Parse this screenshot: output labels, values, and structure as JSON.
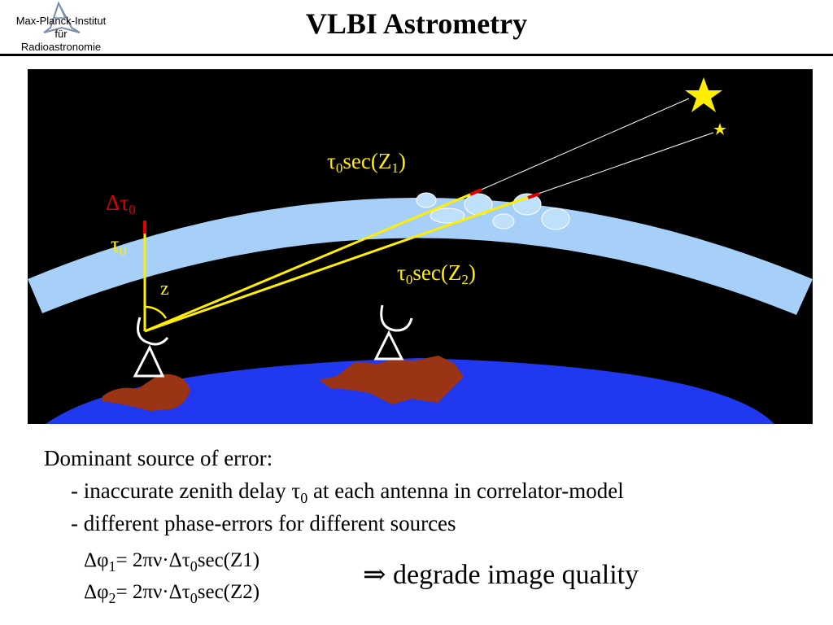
{
  "header": {
    "logo": {
      "line1": "Max-Planck-Institut",
      "line2": "für",
      "line3": "Radioastronomie"
    },
    "title": "VLBI Astrometry"
  },
  "diagram": {
    "label_dtau": {
      "delta": "Δτ",
      "sub": "0"
    },
    "label_tau0": {
      "tau": "τ",
      "sub": "0"
    },
    "label_z": "z",
    "label_sec1": {
      "tau": "τ",
      "sub": "0",
      "mid": "sec(Z",
      "sub2": "1",
      "end": ")"
    },
    "label_sec2": {
      "tau": "τ",
      "sub": "0",
      "mid": "sec(Z",
      "sub2": "2",
      "end": ")"
    },
    "colors": {
      "sky": "#000000",
      "atmosphere": "#a6d0f7",
      "earth": "#1f38f0",
      "land": "#9a3414",
      "ray": "#ffee00",
      "delay_segment": "#e00000",
      "star": "#ffee00"
    }
  },
  "body_text": {
    "heading": "Dominant source of error:",
    "bullet1": {
      "pre": "- inaccurate zenith delay τ",
      "sub": "0",
      "post": " at each antenna in correlator-model"
    },
    "bullet2": "- different phase-errors for different sources",
    "eq1": {
      "a": "Δφ",
      "a_sub": "1",
      "b": "= 2πν·Δτ",
      "b_sub": "0",
      "c": "sec(Z1)"
    },
    "eq2": {
      "a": "Δφ",
      "a_sub": "2",
      "b": "= 2πν·Δτ",
      "b_sub": "0",
      "c": "sec(Z2)"
    },
    "conclusion": "⇒ degrade image quality"
  }
}
